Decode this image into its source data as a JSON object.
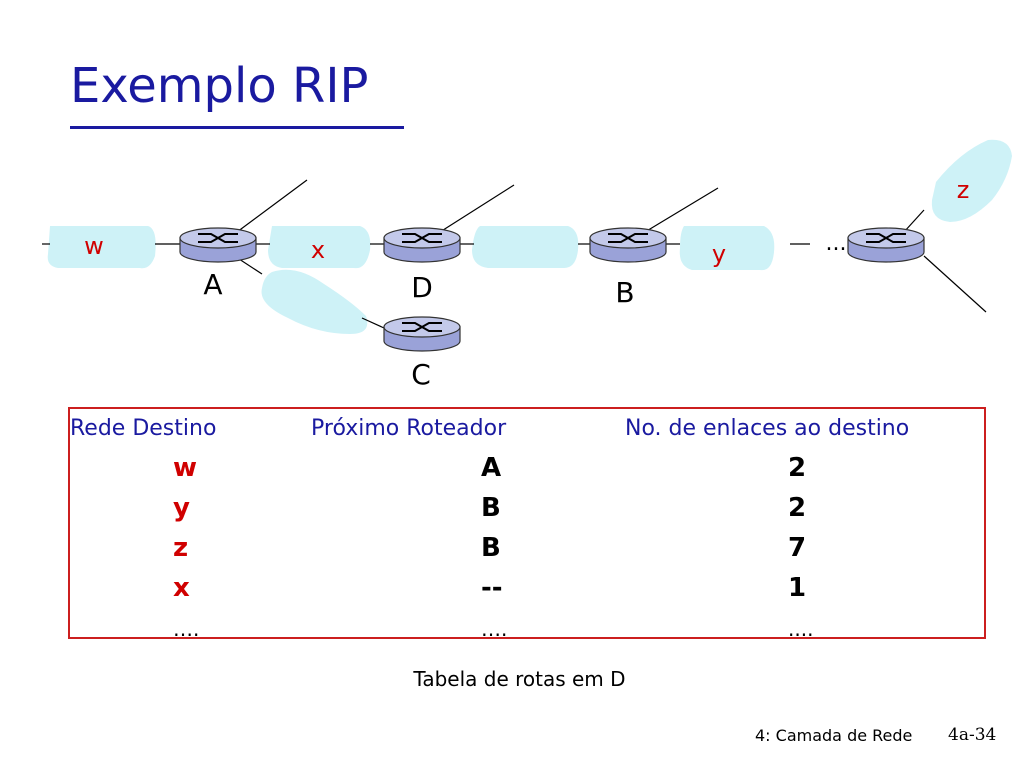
{
  "title": "Exemplo RIP",
  "network": {
    "routers": [
      "A",
      "D",
      "B",
      "C"
    ],
    "subnets": [
      "w",
      "x",
      "y",
      "z"
    ],
    "ellipsis": "..."
  },
  "table": {
    "headers": [
      "Rede Destino",
      "Próximo Roteador",
      "No. de enlaces ao destino"
    ],
    "rows": [
      [
        "w",
        "A",
        "2"
      ],
      [
        "y",
        "B",
        "2"
      ],
      [
        "z",
        "B",
        "7"
      ],
      [
        "x",
        "--",
        "1"
      ],
      [
        "….",
        "….",
        "...."
      ]
    ]
  },
  "caption": "Tabela de rotas em D",
  "footer": {
    "section": "4: Camada de Rede",
    "slide": "4a-34"
  },
  "colors": {
    "title": "#1a1aa0",
    "subnet_blob": "#cef2f7",
    "router": "#c3c9ea",
    "table_border": "#cc1f1f",
    "subnet_label": "#d00000"
  }
}
